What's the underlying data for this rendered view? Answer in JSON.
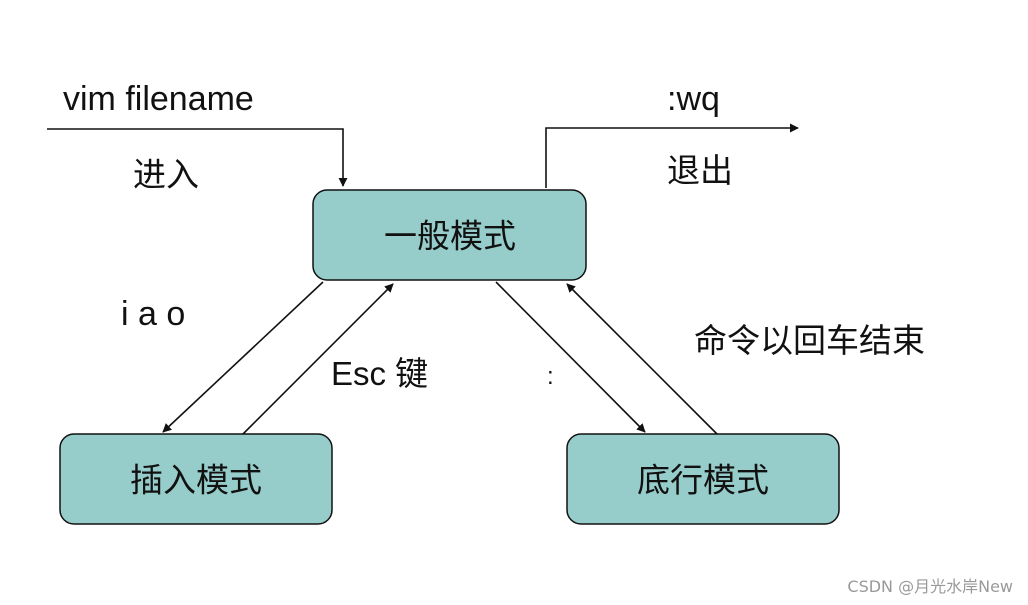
{
  "nodes": {
    "normal_mode": "一般模式",
    "insert_mode": "插入模式",
    "command_line_mode": "底行模式"
  },
  "labels": {
    "open_command": "vim filename",
    "enter": "进入",
    "quit_command": ":wq",
    "quit": "退出",
    "insert_keys": "i a o",
    "escape_key": "Esc 键",
    "colon_key": ":",
    "enter_to_finish": "命令以回车结束"
  },
  "watermark": "CSDN @月光水岸New",
  "colors": {
    "node_fill": "#96cdca",
    "stroke": "#111111",
    "watermark": "#999999"
  }
}
